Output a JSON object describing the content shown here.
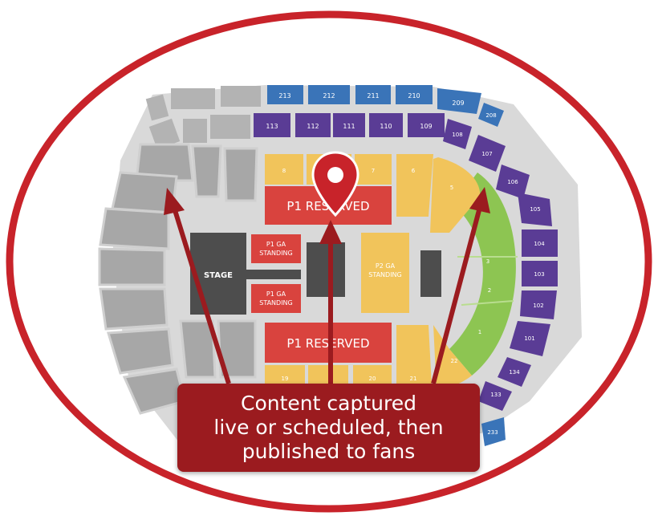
{
  "upper_sections": [
    {
      "label": "213",
      "color": "#3a74b8"
    },
    {
      "label": "212",
      "color": "#3a74b8"
    },
    {
      "label": "211",
      "color": "#3a74b8"
    },
    {
      "label": "210",
      "color": "#3a74b8"
    },
    {
      "label": "209",
      "color": "#3a74b8"
    },
    {
      "label": "208",
      "color": "#3a74b8"
    },
    {
      "label": "233",
      "color": "#3a74b8"
    }
  ],
  "lower_sections": [
    {
      "label": "113",
      "color": "#5a3c95"
    },
    {
      "label": "112",
      "color": "#5a3c95"
    },
    {
      "label": "111",
      "color": "#5a3c95"
    },
    {
      "label": "110",
      "color": "#5a3c95"
    },
    {
      "label": "109",
      "color": "#5a3c95"
    },
    {
      "label": "108",
      "color": "#5a3c95"
    },
    {
      "label": "107",
      "color": "#5a3c95"
    },
    {
      "label": "106",
      "color": "#5a3c95"
    },
    {
      "label": "105",
      "color": "#5a3c95"
    },
    {
      "label": "104",
      "color": "#5a3c95"
    },
    {
      "label": "103",
      "color": "#5a3c95"
    },
    {
      "label": "102",
      "color": "#5a3c95"
    },
    {
      "label": "101",
      "color": "#5a3c95"
    },
    {
      "label": "134",
      "color": "#5a3c95"
    },
    {
      "label": "133",
      "color": "#5a3c95"
    }
  ],
  "floor_sections": [
    {
      "label": "8",
      "color": "#f1c45b"
    },
    {
      "label": "7",
      "color": "#f1c45b"
    },
    {
      "label": "6",
      "color": "#f1c45b"
    },
    {
      "label": "5",
      "color": "#f1c45b"
    },
    {
      "label": "3",
      "color": "#8dc552"
    },
    {
      "label": "2",
      "color": "#8dc552"
    },
    {
      "label": "1",
      "color": "#8dc552"
    },
    {
      "label": "22",
      "color": "#f1c45b"
    },
    {
      "label": "21",
      "color": "#f1c45b"
    },
    {
      "label": "20",
      "color": "#f1c45b"
    },
    {
      "label": "19",
      "color": "#f1c45b"
    }
  ],
  "zones": {
    "stage": "STAGE",
    "p1_reserved": "P1 RESERVED",
    "p1_ga_standing": [
      "P1 GA",
      "STANDING"
    ],
    "p2_ga_standing": [
      "P2 GA",
      "STANDING"
    ]
  },
  "callout_lines": [
    "Content captured",
    "live or scheduled, then",
    "published to fans"
  ],
  "colors": {
    "ring": "#c8232a",
    "callout": "#9b1b1f",
    "arrow": "#9b1b1f",
    "upper_tier": "#3a74b8",
    "lower_tier": "#5a3c95",
    "reserved": "#d9433e",
    "ga": "#f1c45b",
    "green": "#8dc552",
    "stage": "#4d4d4d",
    "grey_seats": "#a7a7a7"
  },
  "icons": [
    "location-pin-icon"
  ]
}
